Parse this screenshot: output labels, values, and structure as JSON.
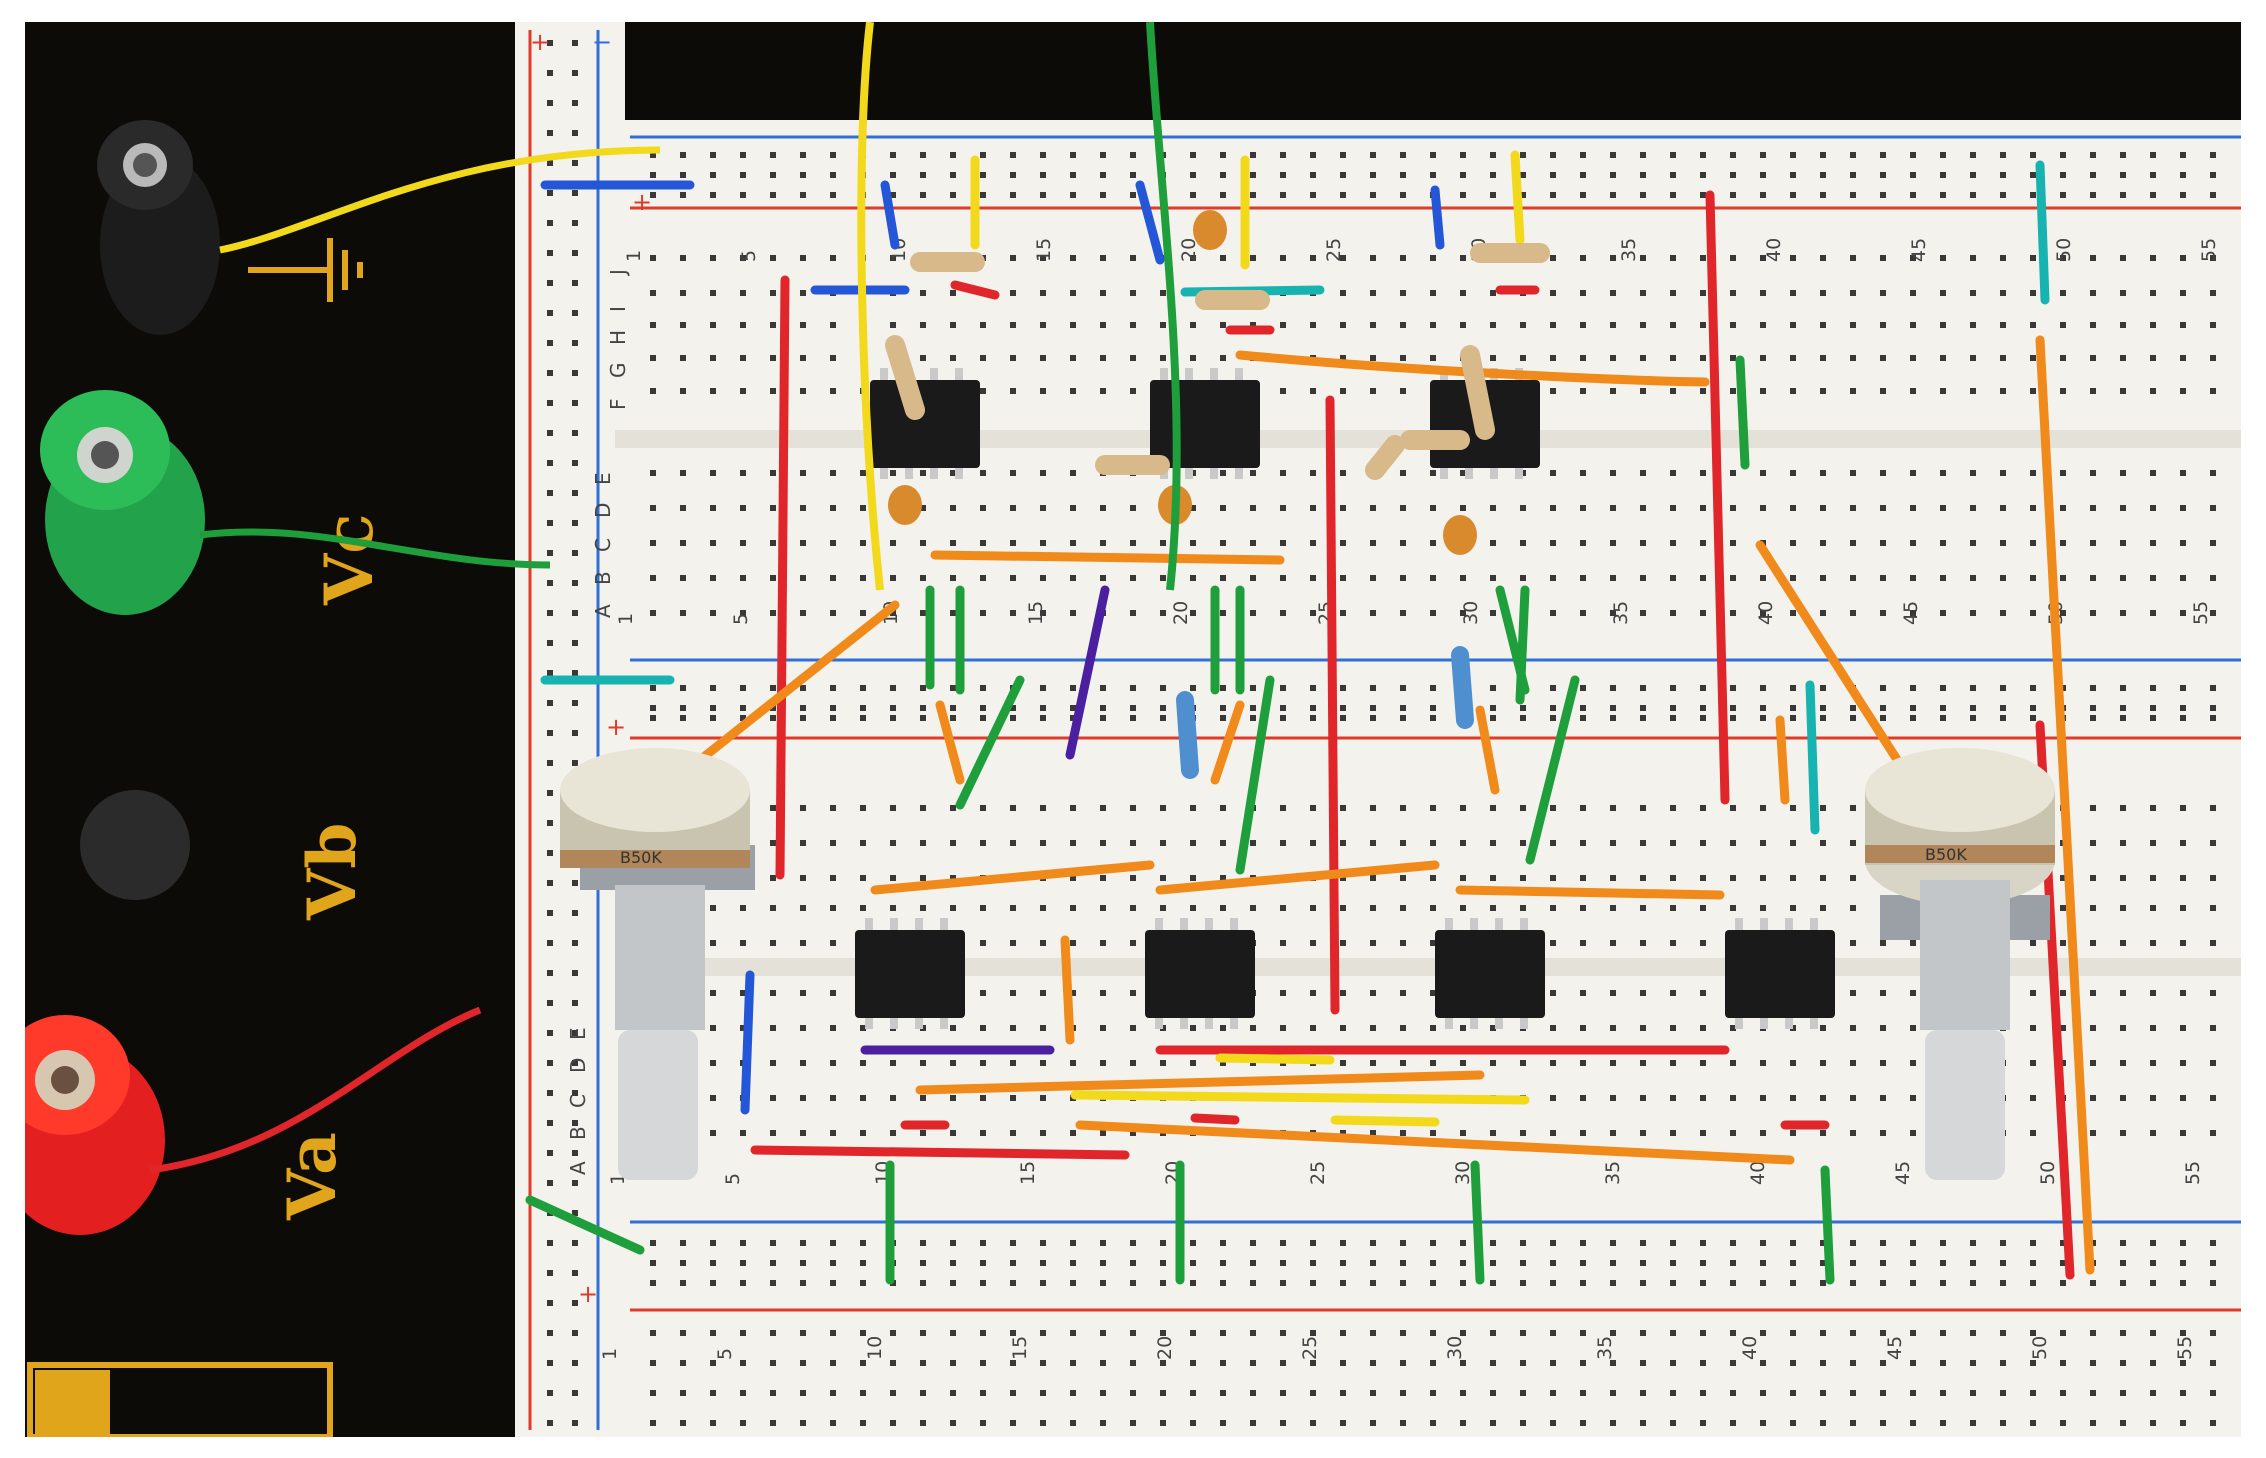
{
  "panel": {
    "labels": {
      "va": "Va",
      "vb": "Vb",
      "vc": "Vc"
    },
    "ground_symbol": "ground-symbol"
  },
  "breadboard": {
    "rail_signs": {
      "plus": "+",
      "minus": "−"
    },
    "row_letters_top_block": [
      "J",
      "I",
      "H",
      "G",
      "F"
    ],
    "row_letters_bottom_block": [
      "E",
      "D",
      "C",
      "B",
      "A"
    ],
    "column_numbers": [
      "1",
      "5",
      "10",
      "15",
      "20",
      "25",
      "30",
      "35",
      "40",
      "45",
      "50",
      "55"
    ]
  },
  "components": {
    "potentiometer_left_label": "B50K",
    "potentiometer_right_label": "B50K"
  },
  "colors": {
    "board": "#f4f2ec",
    "panel": "#0d0b08",
    "label_gold": "#e0a51a",
    "rail_red": "#e03a2a",
    "rail_blue": "#2f6fd6",
    "wire_red": "#e0262a",
    "wire_green": "#1f9e3c",
    "wire_orange": "#f08a1a",
    "wire_yellow": "#f3d91b",
    "wire_blue": "#2456d8",
    "wire_teal": "#17b3b0",
    "wire_purple": "#4a1fa0",
    "ic_body": "#1a1a1a"
  }
}
